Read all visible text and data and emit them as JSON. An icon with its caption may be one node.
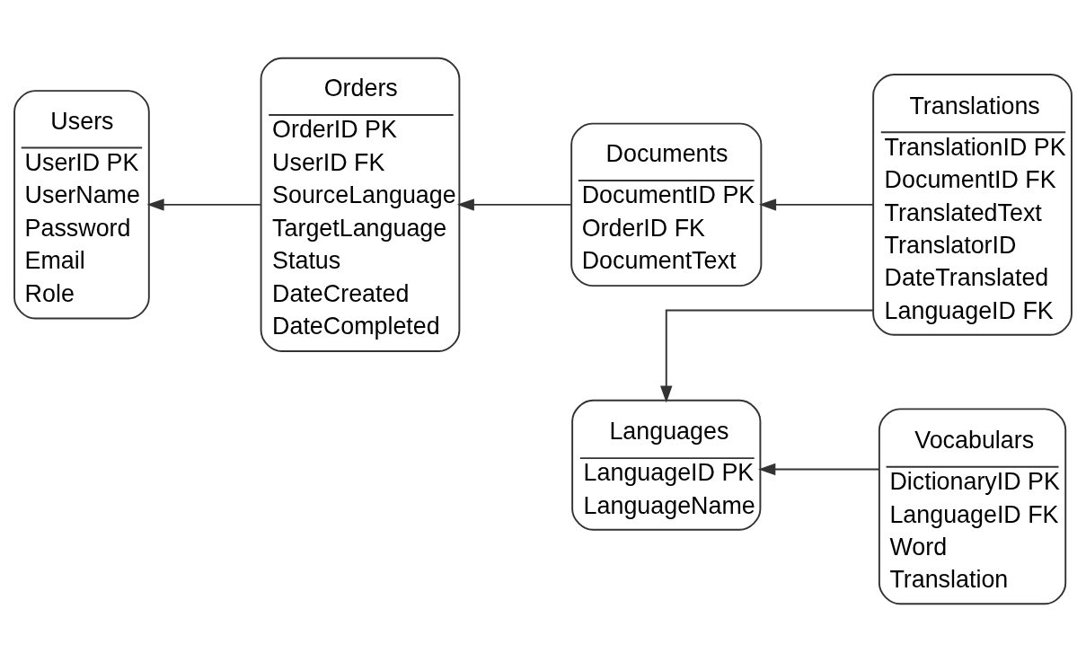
{
  "diagram": {
    "nodes": [
      {
        "text": [
          "Users",
          "UserID PK",
          "UserName",
          "Password",
          "Email",
          "Role"
        ]
      },
      {
        "text": [
          "Orders",
          "OrderID PK",
          "UserID FK",
          "SourceLanguage",
          "TargetLanguage",
          "Status",
          "DateCreated",
          "DateCompleted"
        ]
      },
      {
        "text": [
          "Documents",
          "DocumentID PK",
          "OrderID FK",
          "DocumentText"
        ]
      },
      {
        "text": [
          "Languages",
          "LanguageID PK",
          "LanguageName"
        ]
      },
      {
        "text": [
          "Translations",
          "TranslationID PK",
          "DocumentID FK",
          "TranslatedText",
          "TranslatorID",
          "DateTranslated",
          "LanguageID FK"
        ]
      },
      {
        "text": [
          "Vocabulars",
          "DictionaryID PK",
          "LanguageID FK",
          "Word",
          "Translation"
        ]
      }
    ],
    "edges": [
      {
        "from": 1,
        "to": 0,
        "arrow": "to"
      },
      {
        "from": 2,
        "to": 1,
        "arrow": "to"
      },
      {
        "from": 4,
        "to": 2,
        "arrow": "to"
      },
      {
        "from": 4,
        "to": 3,
        "arrow": "to"
      },
      {
        "from": 5,
        "to": 3,
        "arrow": "to"
      }
    ]
  }
}
